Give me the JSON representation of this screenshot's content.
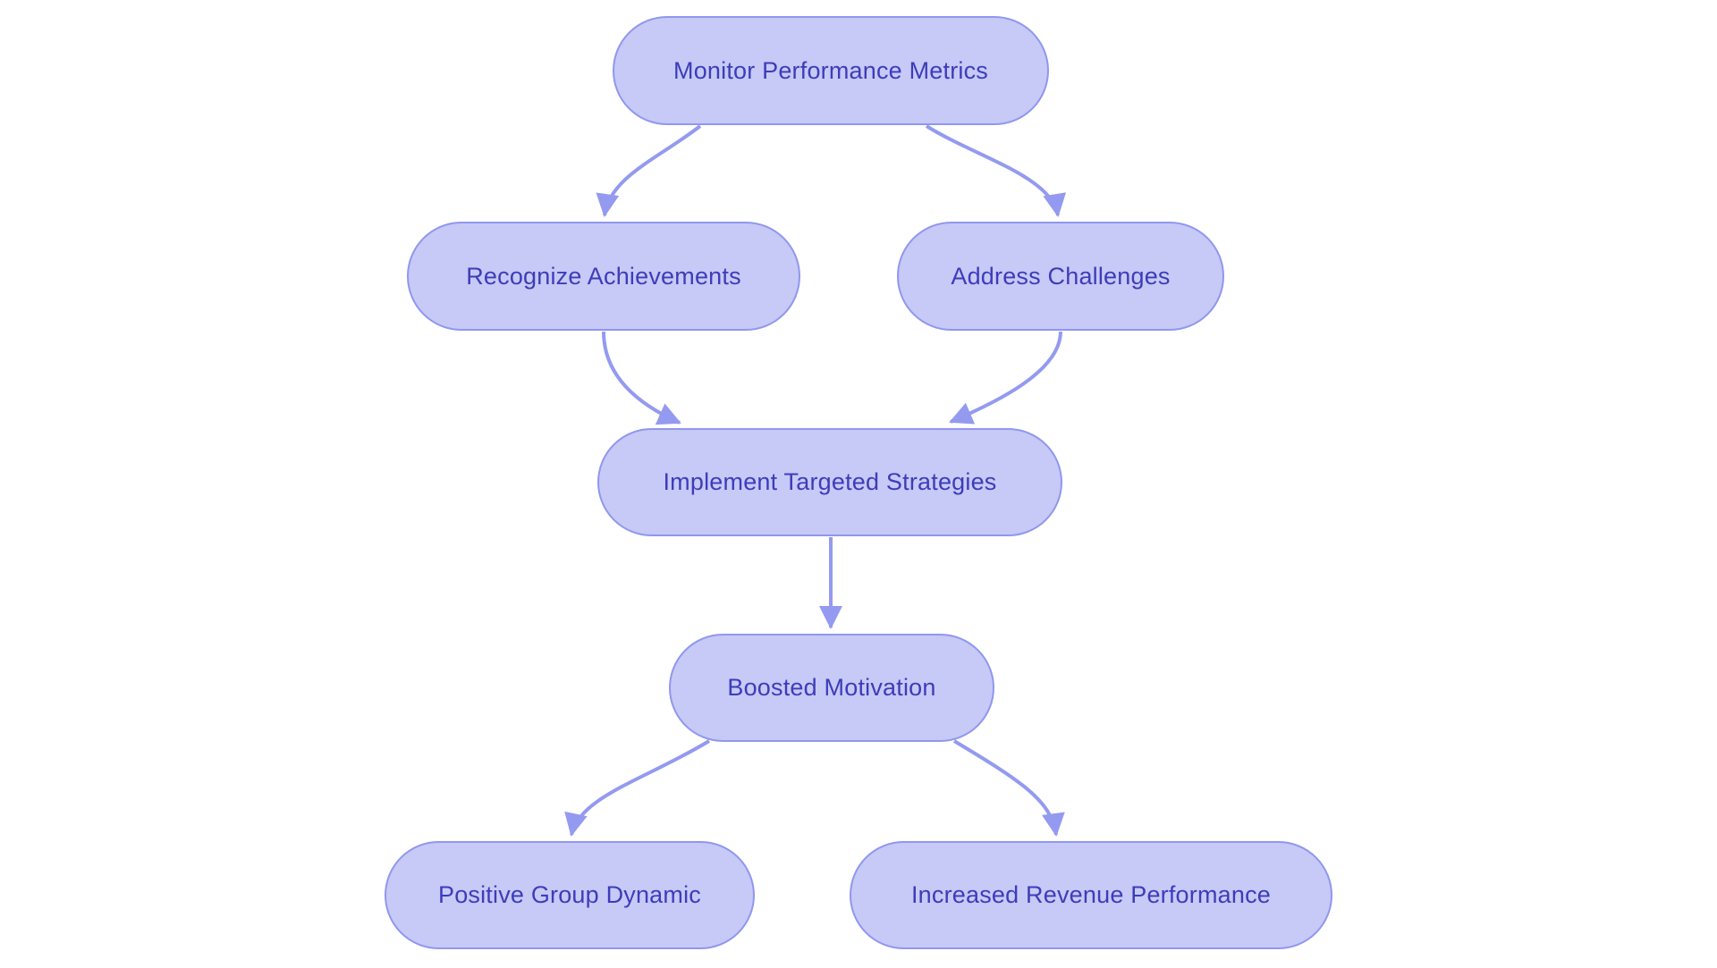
{
  "diagram": {
    "type": "flowchart",
    "direction": "top-down",
    "background_color": "#ffffff",
    "node_fill_color": "#c7c9f6",
    "node_border_color": "#9097ee",
    "node_text_color": "#3c3dba",
    "edge_color": "#939af0",
    "nodes": [
      {
        "id": "monitor",
        "label": "Monitor Performance Metrics"
      },
      {
        "id": "recognize",
        "label": "Recognize Achievements"
      },
      {
        "id": "address",
        "label": "Address Challenges"
      },
      {
        "id": "implement",
        "label": "Implement Targeted Strategies"
      },
      {
        "id": "boosted",
        "label": "Boosted Motivation"
      },
      {
        "id": "positive",
        "label": "Positive Group Dynamic"
      },
      {
        "id": "increased",
        "label": "Increased Revenue Performance"
      }
    ],
    "edges": [
      {
        "from": "monitor",
        "to": "recognize"
      },
      {
        "from": "monitor",
        "to": "address"
      },
      {
        "from": "recognize",
        "to": "implement"
      },
      {
        "from": "address",
        "to": "implement"
      },
      {
        "from": "implement",
        "to": "boosted"
      },
      {
        "from": "boosted",
        "to": "positive"
      },
      {
        "from": "boosted",
        "to": "increased"
      }
    ]
  }
}
